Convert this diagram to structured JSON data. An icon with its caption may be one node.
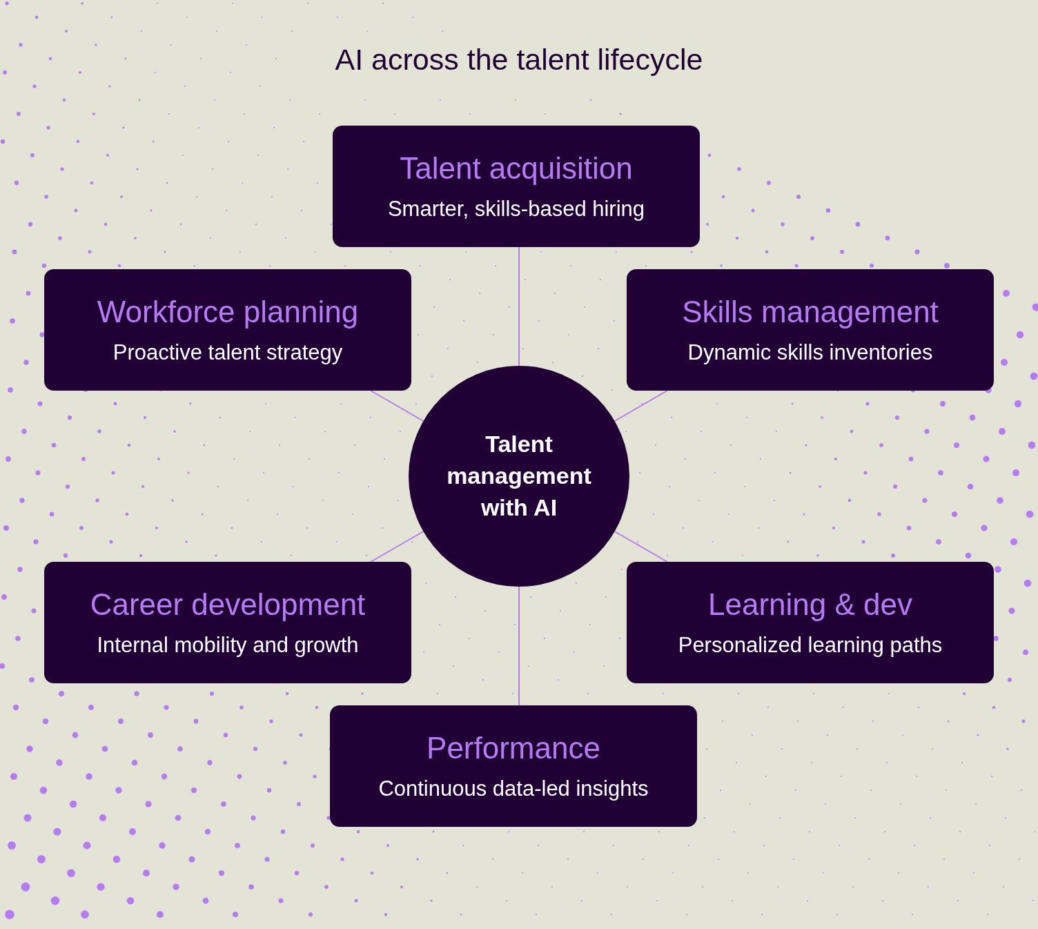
{
  "diagram": {
    "title": "AI across the talent lifecycle",
    "nodes": [
      {
        "text": [
          "Talent acquisition",
          "Smarter, skills-based hiring"
        ]
      },
      {
        "text": [
          "Workforce planning",
          "Proactive talent strategy"
        ]
      },
      {
        "text": [
          "Skills management",
          "Dynamic skills inventories"
        ]
      },
      {
        "text": [
          "Talent management with AI"
        ]
      },
      {
        "text": [
          "Career development",
          "Internal mobility and growth"
        ]
      },
      {
        "text": [
          "Learning & dev",
          "Personalized learning paths"
        ]
      },
      {
        "text": [
          "Performance",
          "Continuous data-led insights"
        ]
      }
    ],
    "edges": [
      {
        "from": 3,
        "to": 0,
        "arrow": "none"
      },
      {
        "from": 3,
        "to": 1,
        "arrow": "none"
      },
      {
        "from": 3,
        "to": 2,
        "arrow": "none"
      },
      {
        "from": 3,
        "to": 4,
        "arrow": "none"
      },
      {
        "from": 3,
        "to": 5,
        "arrow": "none"
      },
      {
        "from": 3,
        "to": 6,
        "arrow": "none"
      }
    ]
  }
}
